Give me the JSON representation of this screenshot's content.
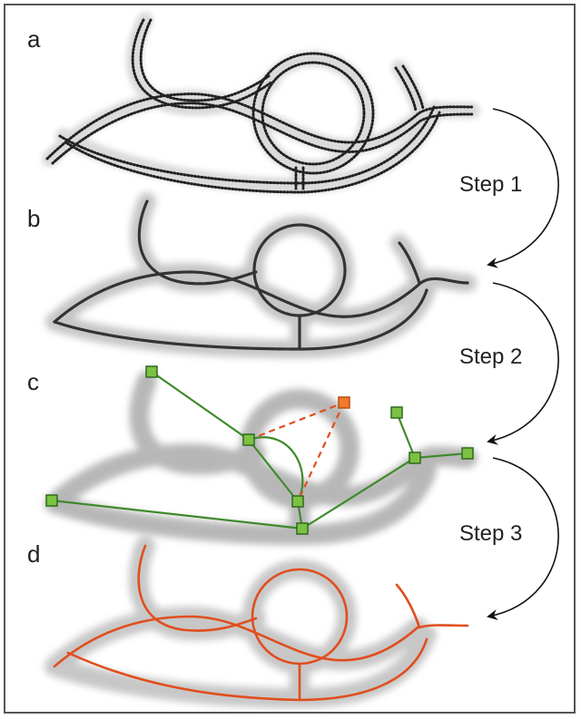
{
  "panels": [
    {
      "label": "a"
    },
    {
      "label": "b"
    },
    {
      "label": "c"
    },
    {
      "label": "d"
    }
  ],
  "steps": [
    {
      "label": "Step 1"
    },
    {
      "label": "Step 2"
    },
    {
      "label": "Step 3"
    }
  ],
  "colors": {
    "frame": "#555555",
    "points": "#222222",
    "blur": "#9a9a9a",
    "graph_edge": "#3f8a2c",
    "graph_node": "#7cc242",
    "highlight_node": "#f4792a",
    "highlight_edge": "#e04e1e",
    "result_curve": "#e04e1e",
    "arrow": "#111111"
  }
}
